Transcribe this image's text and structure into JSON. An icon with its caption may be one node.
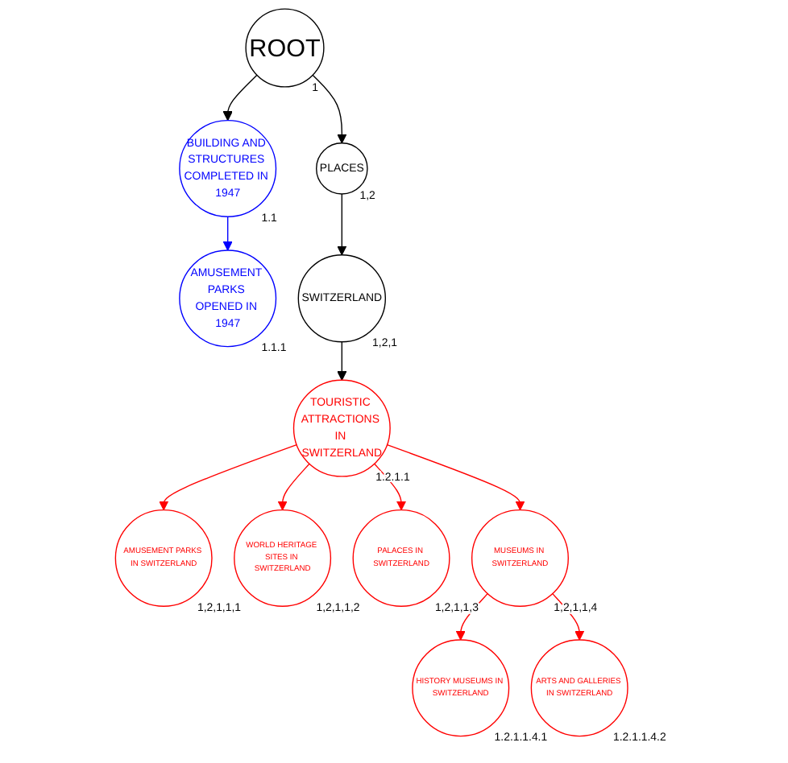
{
  "diagram": {
    "nodes": [
      {
        "text": [
          "ROOT"
        ],
        "beside": [
          "1"
        ]
      },
      {
        "text": [
          "BUILDING AND STRUCTURES COMPLETED IN 1947"
        ],
        "beside": [
          "1.1"
        ]
      },
      {
        "text": [
          "AMUSEMENT PARKS OPENED IN 1947"
        ],
        "beside": [
          "1.1.1"
        ]
      },
      {
        "text": [
          "PLACES"
        ],
        "beside": [
          "1,2"
        ]
      },
      {
        "text": [
          "SWITZERLAND"
        ],
        "beside": [
          "1,2,1"
        ]
      },
      {
        "text": [
          "TOURISTIC ATTRACTIONS IN SWITZERLAND"
        ],
        "beside": [
          "1.2.1.1"
        ]
      },
      {
        "text": [
          "AMUSEMENT PARKS IN SWITZERLAND"
        ],
        "beside": [
          "1,2,1,1,1"
        ]
      },
      {
        "text": [
          "WORLD HERITAGE SITES IN SWITZERLAND"
        ],
        "beside": [
          "1,2,1,1,2"
        ]
      },
      {
        "text": [
          "PALACES IN SWITZERLAND"
        ],
        "beside": [
          "1,2,1,1,3"
        ]
      },
      {
        "text": [
          "MUSEUMS IN SWITZERLAND"
        ],
        "beside": [
          "1,2,1,1,4"
        ]
      },
      {
        "text": [
          "HISTORY MUSEUMS IN SWITZERLAND"
        ],
        "beside": [
          "1.2.1.1.4.1"
        ]
      },
      {
        "text": [
          "ARTS AND GALLERIES IN SWITZERLAND"
        ],
        "beside": [
          "1.2.1.1.4.2"
        ]
      }
    ],
    "edges": [
      {
        "from": 0,
        "to": 1,
        "arrow": "to",
        "color": "#000000"
      },
      {
        "from": 1,
        "to": 2,
        "arrow": "to",
        "color": "#0000ff"
      },
      {
        "from": 0,
        "to": 3,
        "arrow": "to",
        "color": "#000000"
      },
      {
        "from": 3,
        "to": 4,
        "arrow": "to",
        "color": "#000000"
      },
      {
        "from": 4,
        "to": 5,
        "arrow": "to",
        "color": "#000000"
      },
      {
        "from": 5,
        "to": 6,
        "arrow": "to"
      },
      {
        "from": 5,
        "to": 7,
        "arrow": "to"
      },
      {
        "from": 5,
        "to": 8,
        "arrow": "to"
      },
      {
        "from": 5,
        "to": 9,
        "arrow": "to"
      },
      {
        "from": 9,
        "to": 10,
        "arrow": "to"
      },
      {
        "from": 9,
        "to": 11,
        "arrow": "to"
      }
    ]
  }
}
